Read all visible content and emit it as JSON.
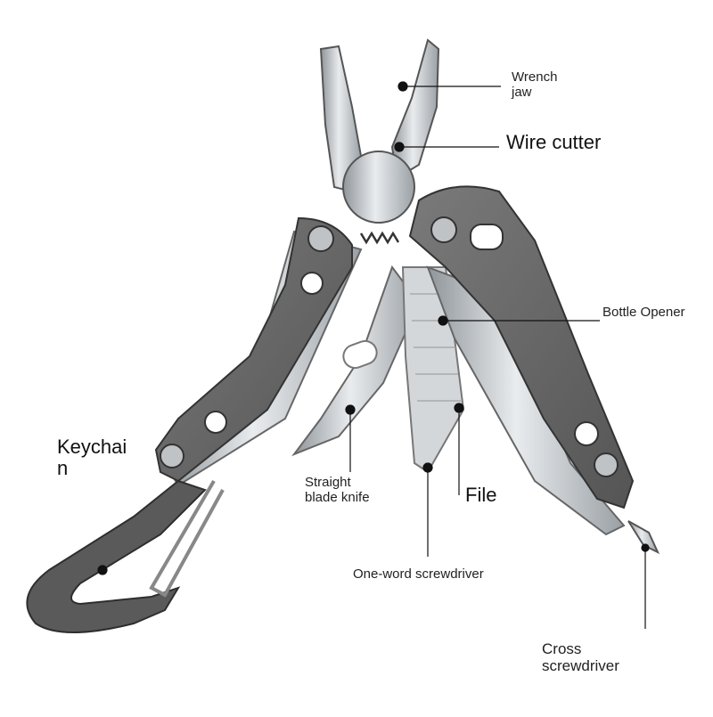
{
  "colors": {
    "handle": "#6e6e6e",
    "handle_dark": "#4a4a4a",
    "steel": "#cfd3d6",
    "steel_dark": "#9aa0a5",
    "leader": "#111111",
    "label": "#222222"
  },
  "labels": {
    "wrench_jaw": "Wrench\njaw",
    "wire_cutter": "Wire cutter",
    "bottle_opener": "Bottle Opener",
    "keychain": "Keychai\nn",
    "straight_blade_knife": "Straight\nblade knife",
    "file": "File",
    "one_word_screwdriver": "One-word screwdriver",
    "cross_screwdriver": "Cross\nscrewdriver"
  }
}
